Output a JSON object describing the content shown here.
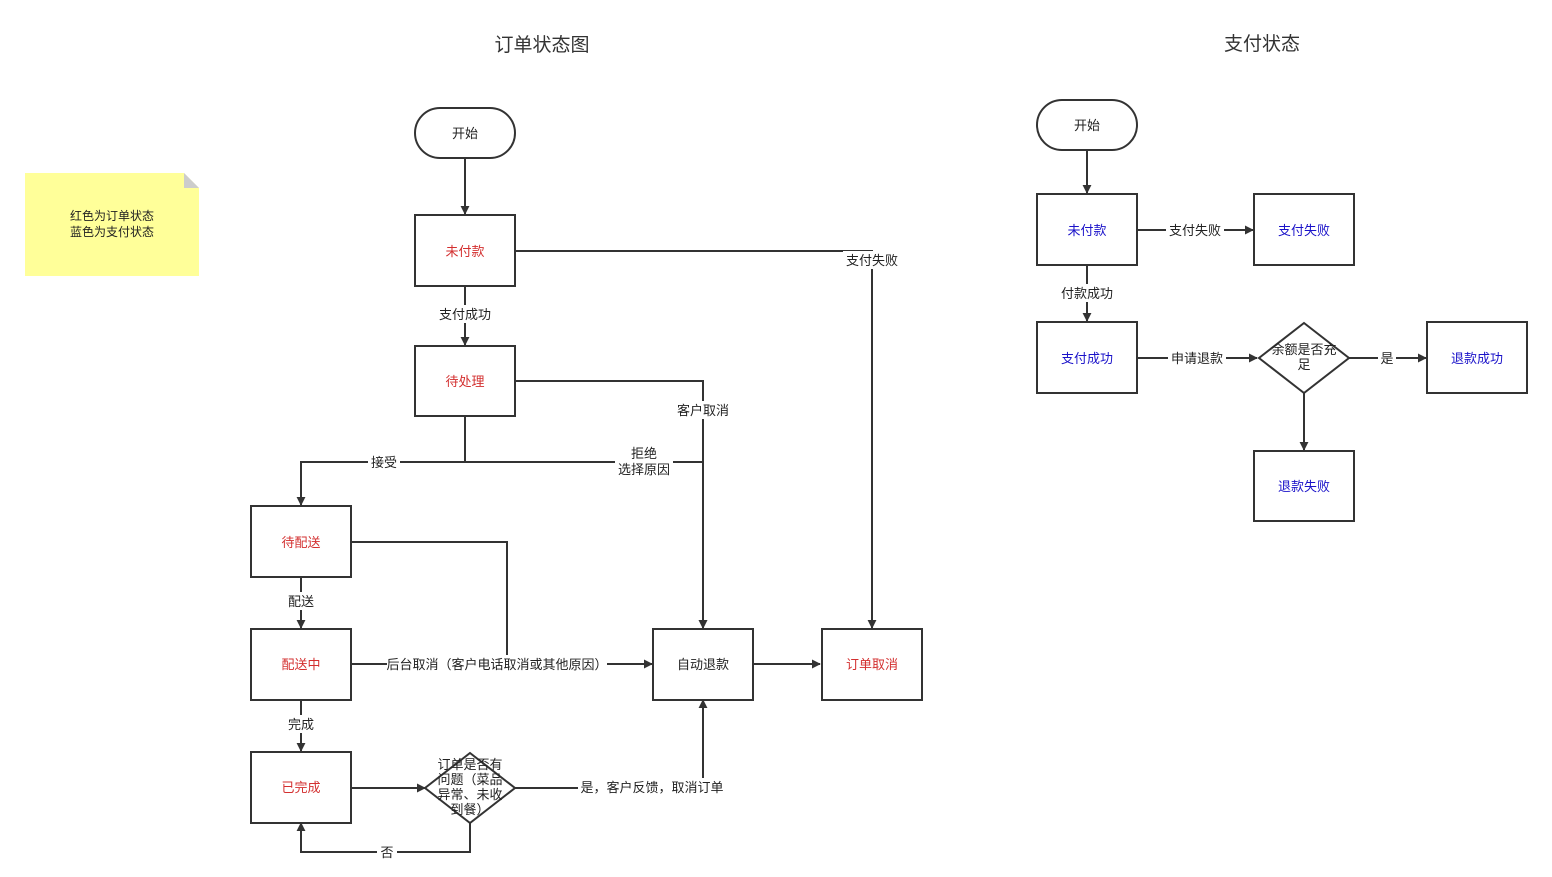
{
  "colors": {
    "stroke": "#333333",
    "order_state": "#d32f2f",
    "payment_state": "#1a12c9",
    "neutral_text": "#222222",
    "note_fill": "#ffff99",
    "note_fold": "#cccccc"
  },
  "note": {
    "line1": "红色为订单状态",
    "line2": "蓝色为支付状态"
  },
  "order_diagram": {
    "title": "订单状态图",
    "nodes": {
      "start": "开始",
      "unpaid": "未付款",
      "pending": "待处理",
      "awaiting_delivery": "待配送",
      "delivering": "配送中",
      "completed": "已完成",
      "issue_check": "订单是否有问题（菜品异常、未收到餐）",
      "auto_refund": "自动退款",
      "cancelled": "订单取消"
    },
    "edges": {
      "pay_success": "支付成功",
      "pay_fail": "支付失败",
      "customer_cancel": "客户取消",
      "accept": "接受",
      "reject_line1": "拒绝",
      "reject_line2": "选择原因",
      "deliver": "配送",
      "backend_cancel": "后台取消（客户电话取消或其他原因）",
      "complete": "完成",
      "yes_feedback": "是，客户反馈，取消订单",
      "no": "否"
    }
  },
  "payment_diagram": {
    "title": "支付状态",
    "nodes": {
      "start": "开始",
      "unpaid": "未付款",
      "pay_failed": "支付失败",
      "pay_success": "支付成功",
      "balance_check": "余额是否充足",
      "refund_success": "退款成功",
      "refund_failed": "退款失败"
    },
    "edges": {
      "pay_fail": "支付失败",
      "paid": "付款成功",
      "apply_refund": "申请退款",
      "yes": "是"
    }
  }
}
